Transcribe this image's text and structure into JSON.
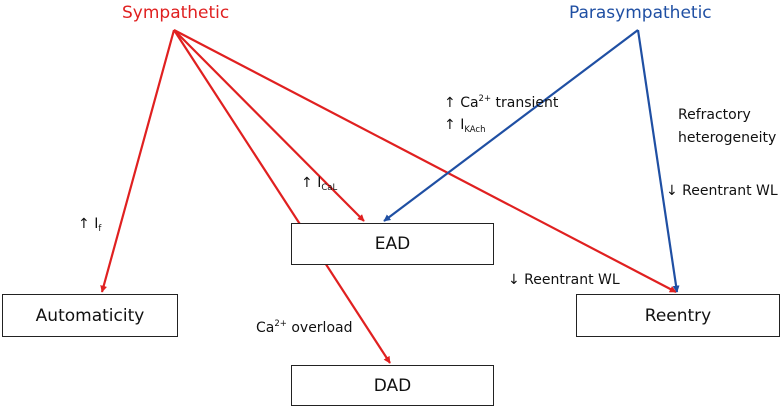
{
  "colors": {
    "sympathetic": "#e02020",
    "parasympathetic": "#1f4fa3",
    "text": "#111111"
  },
  "nodes": {
    "sympathetic": "Sympathetic",
    "parasympathetic": "Parasympathetic",
    "automaticity": "Automaticity",
    "ead": "EAD",
    "dad": "DAD",
    "reentry": "Reentry"
  },
  "annotations": {
    "if": {
      "arrow": "↑",
      "main": "I",
      "sub": "f"
    },
    "ical": {
      "arrow": "↑",
      "main": "I",
      "sub": "CaL"
    },
    "ca_transient": {
      "arrow": "↑",
      "pre": "Ca",
      "sup": "2+",
      "post": " transient"
    },
    "ikach": {
      "arrow": "↑",
      "main": "I",
      "sub": "KAch"
    },
    "refractory_line1": "Refractory",
    "refractory_line2": "heterogeneity",
    "reentrant_wl_para": "↓ Reentrant WL",
    "reentrant_wl_symp": "↓ Reentrant WL",
    "ca_overload": {
      "pre": "Ca",
      "sup": "2+",
      "post": " overload"
    }
  }
}
